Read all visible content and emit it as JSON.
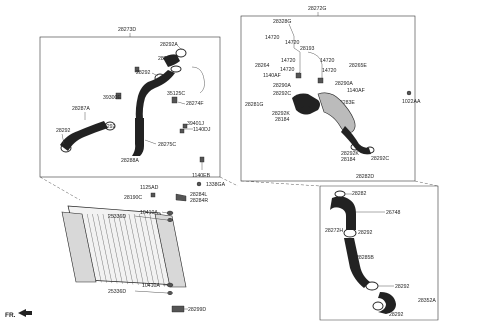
{
  "groups": {
    "left_top": "28273D",
    "right_top": "28272G"
  },
  "labels": {
    "l_28292A_top": "28292A",
    "l_28286D": "28286D",
    "l_28292_a": "28292",
    "l_39300E": "39300E",
    "l_35125C": "35125C",
    "l_28274F": "28274F",
    "l_28287A": "28287A",
    "l_28292_b": "28292",
    "l_28292_c": "28292",
    "l_39401J": "39401J",
    "l_1140DJ": "1140DJ",
    "l_28288A": "28288A",
    "l_28275C": "28275C",
    "l_1140EB": "1140EB",
    "l_1125AD": "1125AD",
    "l_1338GA": "1338GA",
    "l_28190C": "28190C",
    "l_28284L": "28284L",
    "l_28284R": "28284R",
    "l_25336D_top": "25336D",
    "l_10410A_top": "10410A",
    "l_25336D_bot": "25336D",
    "l_10410A_bot": "10410A",
    "l_28299D": "28299D",
    "r_28328G": "28328G",
    "r_14720_a": "14720",
    "r_14720_b": "14720",
    "r_28193": "28193",
    "r_14720_c": "14720",
    "r_14720_d": "14720",
    "r_28264": "28264",
    "r_14720_e": "14720",
    "r_28265E": "28265E",
    "r_1140AF_a": "1140AF",
    "r_14720_f": "14720",
    "r_28290A_a": "28290A",
    "r_28290A_b": "28290A",
    "r_1140AF_b": "1140AF",
    "r_28292C_a": "28292C",
    "r_28281G": "28281G",
    "r_28283E": "28283E",
    "r_28292K_a": "28292K",
    "r_28184_a": "28184",
    "r_1022AA": "1022AA",
    "r_28292K_b": "28292K",
    "r_28184_b": "28184",
    "r_28292C_b": "28292C",
    "r_28282D": "28282D",
    "b_28282": "28282",
    "b_26748": "26748",
    "b_28272H": "28272H",
    "b_28292_a": "28292",
    "b_28285B": "28285B",
    "b_28292_b": "28292",
    "b_28352A": "28352A",
    "b_28292_c": "28292"
  },
  "fr_label": "FR."
}
